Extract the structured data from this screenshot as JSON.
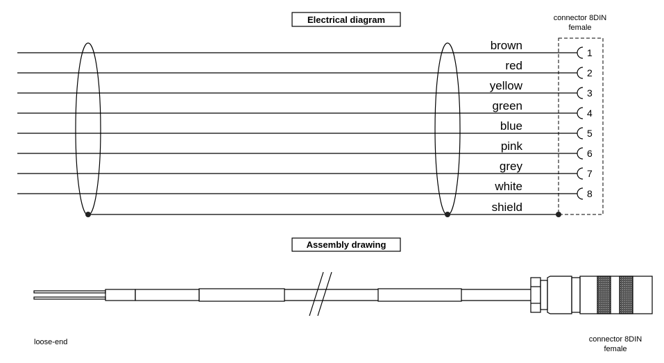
{
  "electrical": {
    "title": "Electrical diagram",
    "connector_label": [
      "connector 8DIN",
      "female"
    ],
    "wires": [
      {
        "color": "brown",
        "pin": "1"
      },
      {
        "color": "red",
        "pin": "2"
      },
      {
        "color": "yellow",
        "pin": "3"
      },
      {
        "color": "green",
        "pin": "4"
      },
      {
        "color": "blue",
        "pin": "5"
      },
      {
        "color": "pink",
        "pin": "6"
      },
      {
        "color": "grey",
        "pin": "7"
      },
      {
        "color": "white",
        "pin": "8"
      }
    ],
    "shield_label": "shield"
  },
  "assembly": {
    "title": "Assembly drawing",
    "left_label": "loose-end",
    "right_label": [
      "connector 8DIN",
      "female"
    ]
  }
}
